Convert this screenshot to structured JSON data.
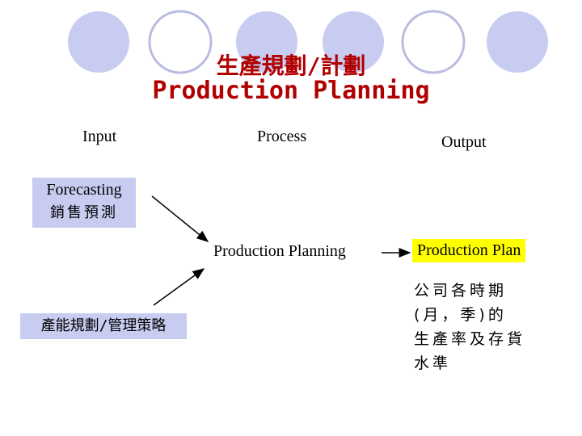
{
  "title": {
    "zh": "生產規劃/計劃",
    "en": "Production Planning"
  },
  "columns": {
    "input": "Input",
    "process": "Process",
    "output": "Output"
  },
  "forecasting_box": {
    "line1": "Forecasting",
    "line2": "銷售預測"
  },
  "capacity_box": "產能規劃/管理策略",
  "process_node": "Production Planning",
  "output_node": "Production Plan",
  "output_note": [
    "公司各時期",
    "(月，季)的",
    "生產率及存貨",
    "水準"
  ],
  "colors": {
    "title": "#b00000",
    "box_fill": "#c8ccf0",
    "highlight": "#ffff00",
    "circle_fill": "#c8ccf0",
    "circle_stroke": "#a9a9c9"
  }
}
